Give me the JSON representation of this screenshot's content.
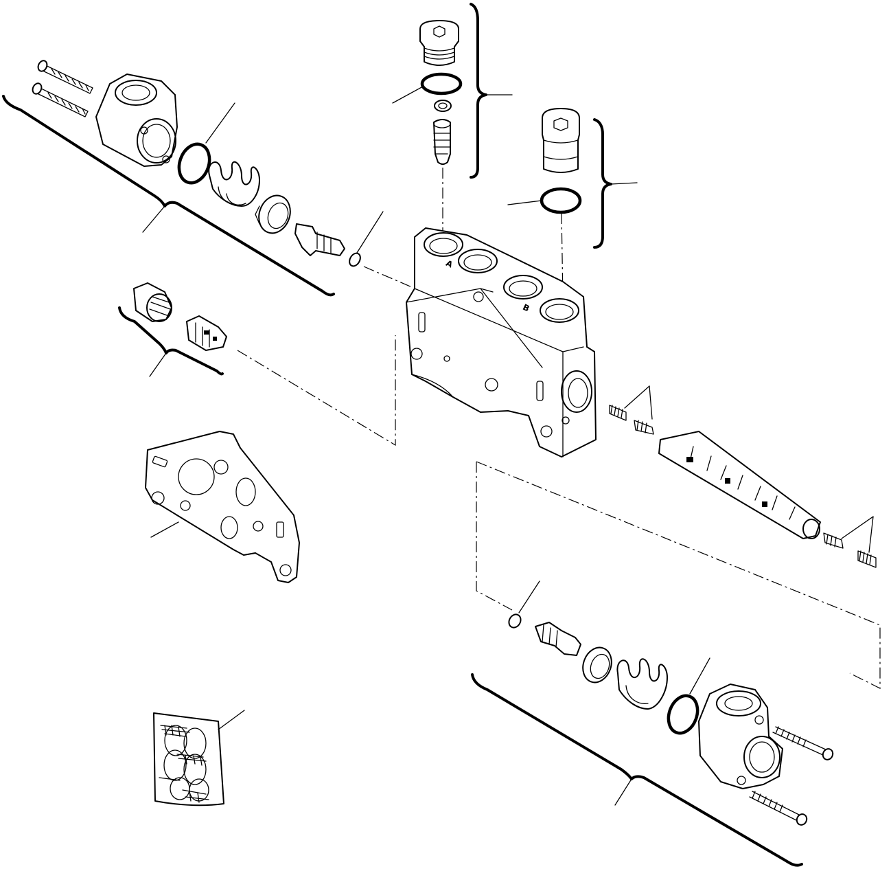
{
  "diagram": {
    "type": "exploded-parts-view",
    "port_marks": [
      "A",
      "B"
    ],
    "line_color": "#000000",
    "background": "#ffffff"
  }
}
